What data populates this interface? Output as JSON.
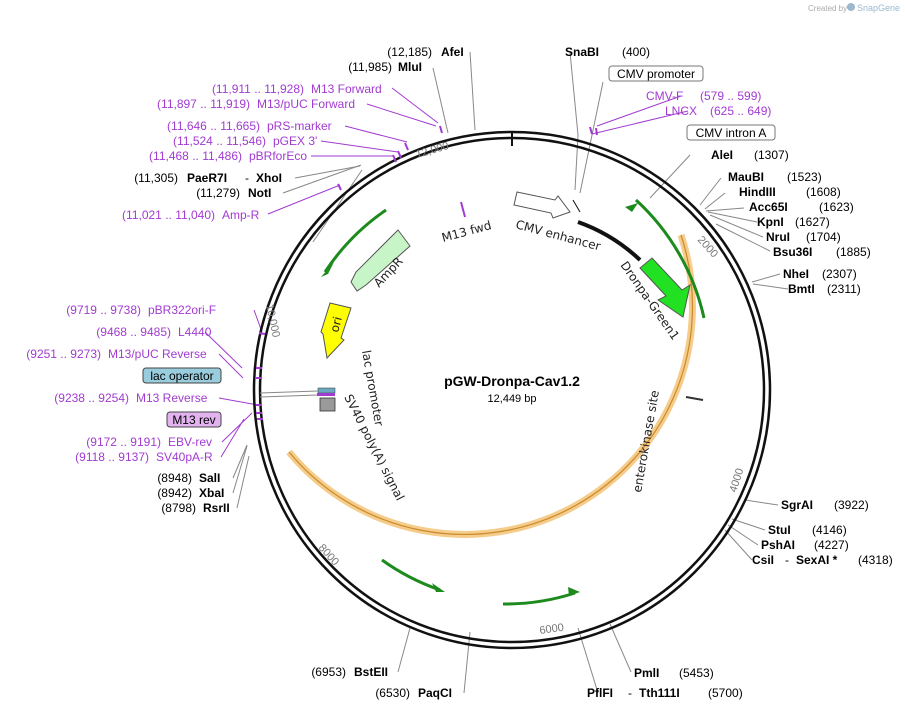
{
  "watermark": {
    "prefix": "Created by",
    "brand": "SnapGene",
    "logo_icon": "snapgene-logo-icon"
  },
  "plasmid": {
    "name": "pGW-Dronpa-Cav1.2",
    "length": "12,449 bp"
  },
  "ticks": [
    "12,000",
    "2000",
    "4000",
    "6000",
    "8000",
    "10,000"
  ],
  "features": [
    "AmpR",
    "ori",
    "M13 fwd",
    "CMV enhancer",
    "Dronpa-Green1",
    "enterokinase site",
    "lac promoter",
    "SV40 poly(A) signal"
  ],
  "sites": {
    "afei": {
      "pos": "(12,185)",
      "name": "AfeI"
    },
    "mlui": {
      "pos": "(11,985)",
      "name": "MluI"
    },
    "snabi": {
      "pos": "(400)",
      "name": "SnaBI"
    },
    "alei": {
      "pos": "(1307)",
      "name": "AleI"
    },
    "maubi": {
      "pos": "(1523)",
      "name": "MauBI"
    },
    "hindiii": {
      "pos": "(1608)",
      "name": "HindIII"
    },
    "acc65i": {
      "pos": "(1623)",
      "name": "Acc65I"
    },
    "kpni": {
      "pos": "(1627)",
      "name": "KpnI"
    },
    "nrui": {
      "pos": "(1704)",
      "name": "NruI"
    },
    "bsu36i": {
      "pos": "(1885)",
      "name": "Bsu36I"
    },
    "nhei": {
      "pos": "(2307)",
      "name": "NheI"
    },
    "bmti": {
      "pos": "(2311)",
      "name": "BmtI"
    },
    "sgrai": {
      "pos": "(3922)",
      "name": "SgrAI"
    },
    "stui": {
      "pos": "(4146)",
      "name": "StuI"
    },
    "pshai": {
      "pos": "(4227)",
      "name": "PshAI"
    },
    "csii": {
      "name": "CsiI",
      "sep": "-",
      "name2": "SexAI *",
      "pos": "(4318)"
    },
    "pmli": {
      "name": "PmlI",
      "pos": "(5453)"
    },
    "pflfi": {
      "name": "PflFI",
      "sep": "-",
      "name2": "Tth111I",
      "pos": "(5700)"
    },
    "bsteii": {
      "pos": "(6953)",
      "name": "BstEII"
    },
    "paqci": {
      "pos": "(6530)",
      "name": "PaqCI"
    },
    "sali": {
      "pos": "(8948)",
      "name": "SalI"
    },
    "xbai": {
      "pos": "(8942)",
      "name": "XbaI"
    },
    "rsrii": {
      "pos": "(8798)",
      "name": "RsrII"
    },
    "paer7i": {
      "pos": "(11,305)",
      "name": "PaeR7I",
      "sep": "-",
      "name2": "XhoI"
    },
    "noti": {
      "pos": "(11,279)",
      "name": "NotI"
    }
  },
  "primers": {
    "m13fwd": {
      "range": "(11,911 .. 11,928)",
      "name": "M13 Forward"
    },
    "m13puc": {
      "range": "(11,897 .. 11,919)",
      "name": "M13/pUC Forward"
    },
    "prs": {
      "range": "(11,646 .. 11,665)",
      "name": "pRS-marker"
    },
    "pgex": {
      "range": "(11,524 .. 11,546)",
      "name": "pGEX 3'"
    },
    "pbrfor": {
      "range": "(11,468 .. 11,486)",
      "name": "pBRforEco"
    },
    "ampr": {
      "range": "(11,021 .. 11,040)",
      "name": "Amp-R"
    },
    "pbr322": {
      "range": "(9719 .. 9738)",
      "name": "pBR322ori-F"
    },
    "l4440": {
      "range": "(9468 .. 9485)",
      "name": "L4440"
    },
    "m13pucrev": {
      "range": "(9251 .. 9273)",
      "name": "M13/pUC Reverse"
    },
    "m13rev": {
      "range": "(9238 .. 9254)",
      "name": "M13 Reverse"
    },
    "ebvrev": {
      "range": "(9172 .. 9191)",
      "name": "EBV-rev"
    },
    "sv40pa": {
      "range": "(9118 .. 9137)",
      "name": "SV40pA-R"
    },
    "cmvf": {
      "name": "CMV-F",
      "range": "(579 .. 599)"
    },
    "lncx": {
      "name": "LNCX",
      "range": "(625 .. 649)"
    }
  },
  "boxes": {
    "cmv_promoter": "CMV promoter",
    "cmv_intron": "CMV intron A",
    "lac_operator": "lac operator",
    "m13_rev": "M13 rev"
  },
  "colors": {
    "backbone": "#111111",
    "primer": "#a23bd1",
    "arrow_green": "#1d8a1d",
    "orf_highlight": "#f4c77d",
    "dronpa": "#22e022",
    "ori": "#ffff00",
    "ampr": "#c8f5c8",
    "lac_operator_box": "#99ccdd",
    "m13_rev_box": "#e3b3f0"
  }
}
